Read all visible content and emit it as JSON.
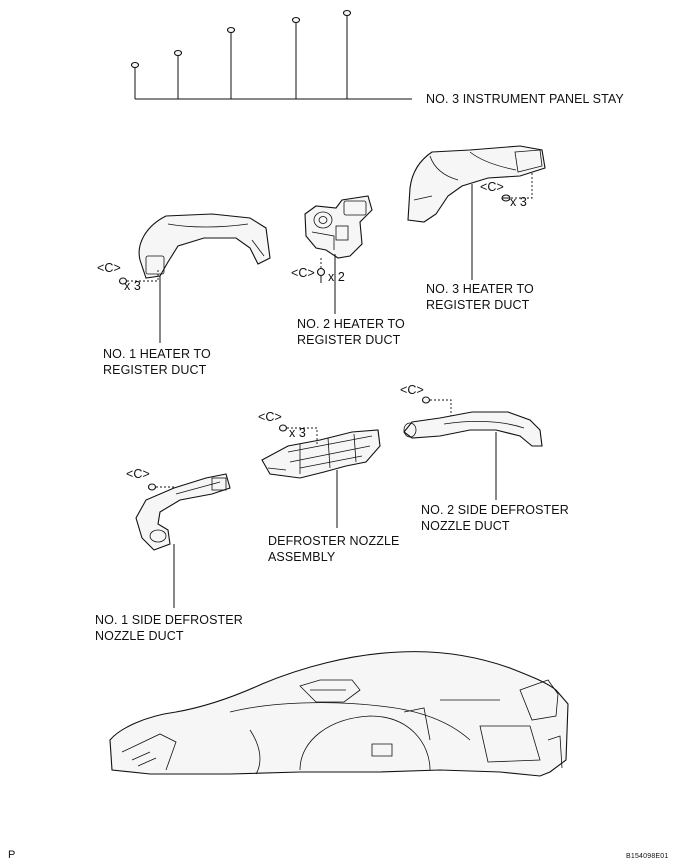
{
  "labels": {
    "stay": "NO. 3 INSTRUMENT PANEL STAY",
    "no3_heater": "NO. 3 HEATER TO\nREGISTER DUCT",
    "no1_heater": "NO. 1 HEATER TO\nREGISTER DUCT",
    "no2_heater": "NO. 2 HEATER TO\nREGISTER DUCT",
    "defroster": "DEFROSTER NOZZLE\nASSEMBLY",
    "no2_side": "NO. 2 SIDE DEFROSTER\nNOZZLE DUCT",
    "no1_side": "NO. 1 SIDE DEFROSTER\nNOZZLE DUCT"
  },
  "clip_tags": {
    "no3_heater": "<C>",
    "no1_heater": "<C>",
    "no2_heater": "<C>",
    "defroster": "<C>",
    "no2_side": "<C>",
    "no1_side": "<C>"
  },
  "quantities": {
    "no3_heater": "x 3",
    "no1_heater": "x 3",
    "no2_heater": "x 2",
    "defroster": "x 3"
  },
  "corner": {
    "left": "P",
    "right": "B154098E01"
  }
}
